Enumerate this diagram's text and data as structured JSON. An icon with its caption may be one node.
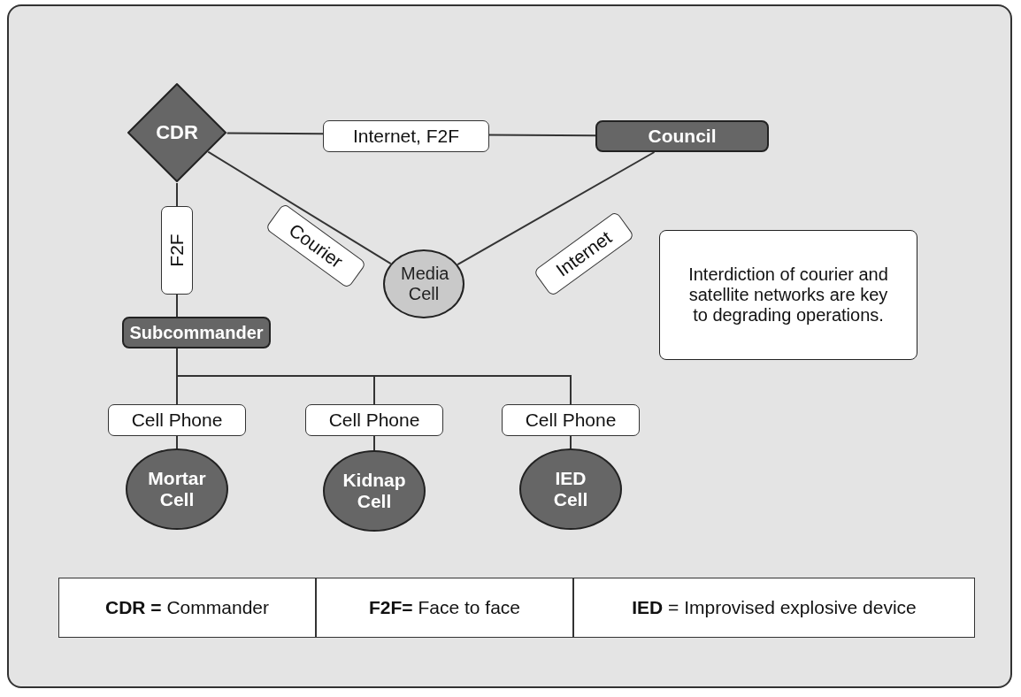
{
  "diagram": {
    "nodes": [
      {
        "text": [
          "CDR"
        ]
      },
      {
        "text": [
          "Council"
        ]
      },
      {
        "text": [
          "Media Cell"
        ]
      },
      {
        "text": [
          "Subcommander"
        ]
      },
      {
        "text": [
          "Mortar Cell"
        ]
      },
      {
        "text": [
          "Kidnap Cell"
        ]
      },
      {
        "text": [
          "IED Cell"
        ]
      },
      {
        "text": [
          "Interdiction of courier and satellite networks are key to degrading operations."
        ]
      }
    ],
    "edges": [
      {
        "from": 0,
        "to": 1,
        "arrow": "none",
        "label": "Internet, F2F"
      },
      {
        "from": 0,
        "to": 3,
        "arrow": "none",
        "label": "F2F"
      },
      {
        "from": 0,
        "to": 2,
        "arrow": "none",
        "label": "Courier"
      },
      {
        "from": 1,
        "to": 2,
        "arrow": "none",
        "label": "Internet"
      },
      {
        "from": 3,
        "to": 4,
        "arrow": "none",
        "label": "Cell Phone"
      },
      {
        "from": 3,
        "to": 5,
        "arrow": "none",
        "label": "Cell Phone"
      },
      {
        "from": 3,
        "to": 6,
        "arrow": "none",
        "label": "Cell Phone"
      }
    ],
    "labels": [
      "**CDR =** Commander",
      "**F2F=** Face to face",
      "**IED** = Improvised explosive device"
    ]
  }
}
